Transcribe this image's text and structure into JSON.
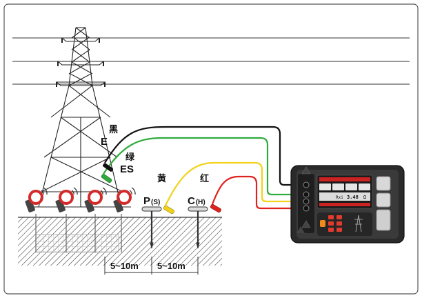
{
  "labels": {
    "e": "E",
    "e_cn": "黑",
    "es": "ES",
    "es_cn": "绿",
    "p": "P",
    "p_sub": "(S)",
    "p_cn": "黄",
    "c": "C",
    "c_sub": "(H)",
    "c_cn": "红"
  },
  "distances": {
    "first": "5~10m",
    "second": "5~10m"
  },
  "wires": {
    "black": "#111111",
    "green": "#2faa3c",
    "yellow": "#f2d21a",
    "red": "#e0221e"
  },
  "icons": {
    "tower": "transmission-tower-icon",
    "clamp": "clamp-meter-icon",
    "probe": "ground-probe-icon",
    "tester": "earth-resistance-tester-icon"
  },
  "clamp_colors": {
    "body": "#444444",
    "jaw": "#d42a2a"
  },
  "screen": {
    "reading_prefix": "Rxi",
    "reading_value": "3.48",
    "reading_unit": "Ω"
  }
}
